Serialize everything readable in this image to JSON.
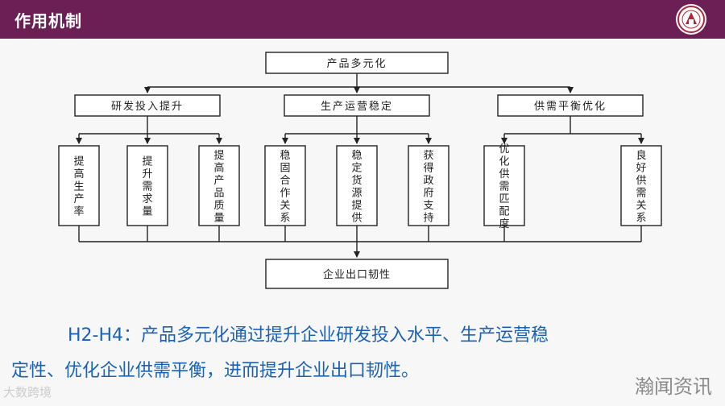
{
  "header": {
    "title": "作用机制"
  },
  "diagram": {
    "root": "产品多元化",
    "categories": [
      "研发投入提升",
      "生产运营稳定",
      "供需平衡优化"
    ],
    "leaves": [
      "提高生产率",
      "提升需求量",
      "提高产品质量",
      "稳固合作关系",
      "稳定货源提供",
      "获得政府支持",
      "优化供需匹配度",
      "良好供需关系"
    ],
    "bottom": "企业出口韧性"
  },
  "caption": {
    "line1": "H2-H4：产品多元化通过提升企业研发投入水平、生产运营稳",
    "line2": "定性、优化企业供需平衡，进而提升企业出口韧性。"
  },
  "watermark": {
    "left": "大数跨境",
    "right": "瀚闻资讯"
  }
}
